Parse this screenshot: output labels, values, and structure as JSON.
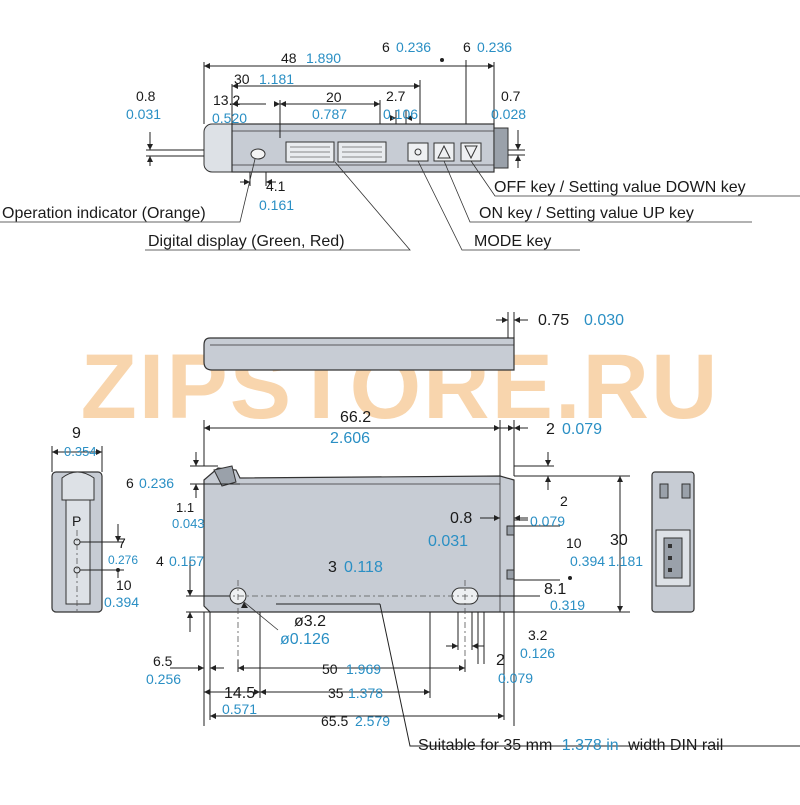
{
  "watermark": "ZIPSTORE.RU",
  "colors": {
    "line": "#222222",
    "body": "#c7ccd4",
    "inch": "#2a8fc4",
    "watermark": "#f3b46b"
  },
  "top_view": {
    "dims": {
      "d48": "48",
      "d48_in": "1.890",
      "d6a": "6",
      "d6a_in": "0.236",
      "d6b": "6",
      "d6b_in": "0.236",
      "d30": "30",
      "d30_in": "1.181",
      "d0_8": "0.8",
      "d0_8_in": "0.031",
      "d13_2": "13.2",
      "d13_2_in": "0.520",
      "d20": "20",
      "d20_in": "0.787",
      "d2_7": "2.7",
      "d2_7_in": "0.106",
      "d0_7": "0.7",
      "d0_7_in": "0.028",
      "d4_1": "4.1",
      "d4_1_in": "0.161"
    },
    "callouts": {
      "off_key": "OFF key / Setting value DOWN key",
      "on_key": "ON key / Setting value UP key",
      "mode_key": "MODE key",
      "operation_indicator": "Operation indicator (Orange)",
      "digital_display": "Digital display (Green, Red)"
    }
  },
  "side_view": {
    "dims": {
      "d0_75": "0.75",
      "d0_75_in": "0.030",
      "d66_2": "66.2",
      "d66_2_in": "2.606",
      "d2": "2",
      "d2_in": "0.079",
      "d6": "6",
      "d6_in": "0.236",
      "d1_1": "1.1",
      "d1_1_in": "0.043",
      "d2b": "2",
      "d2b_in": "0.079",
      "d0_8": "0.8",
      "d0_8_in": "0.031",
      "d10": "10",
      "d10_in": "0.394",
      "d30": "30",
      "d30_in": "1.181",
      "d4": "4",
      "d4_in": "0.157",
      "d3": "3",
      "d3_in": "0.118",
      "d8_1": "8.1",
      "d8_1_in": "0.319",
      "dia3_2": "ø3.2",
      "dia3_2_in": "ø0.126",
      "d3_2": "3.2",
      "d3_2_in": "0.126",
      "d6_5": "6.5",
      "d6_5_in": "0.256",
      "d50": "50",
      "d50_in": "1.969",
      "d2c": "2",
      "d2c_in": "0.079",
      "d14_5": "14.5",
      "d14_5_in": "0.571",
      "d35": "35",
      "d35_in": "1.378",
      "d65_5": "65.5",
      "d65_5_in": "2.579"
    },
    "din_note": {
      "pre": "Suitable for 35 mm",
      "inch": "1.378 in",
      "post": "width DIN rail"
    }
  },
  "end_view": {
    "dims": {
      "d9": "9",
      "d9_in": "0.354",
      "d7": "7",
      "d7_in": "0.276",
      "d10": "10",
      "d10_in": "0.394"
    },
    "label_p": "P"
  }
}
